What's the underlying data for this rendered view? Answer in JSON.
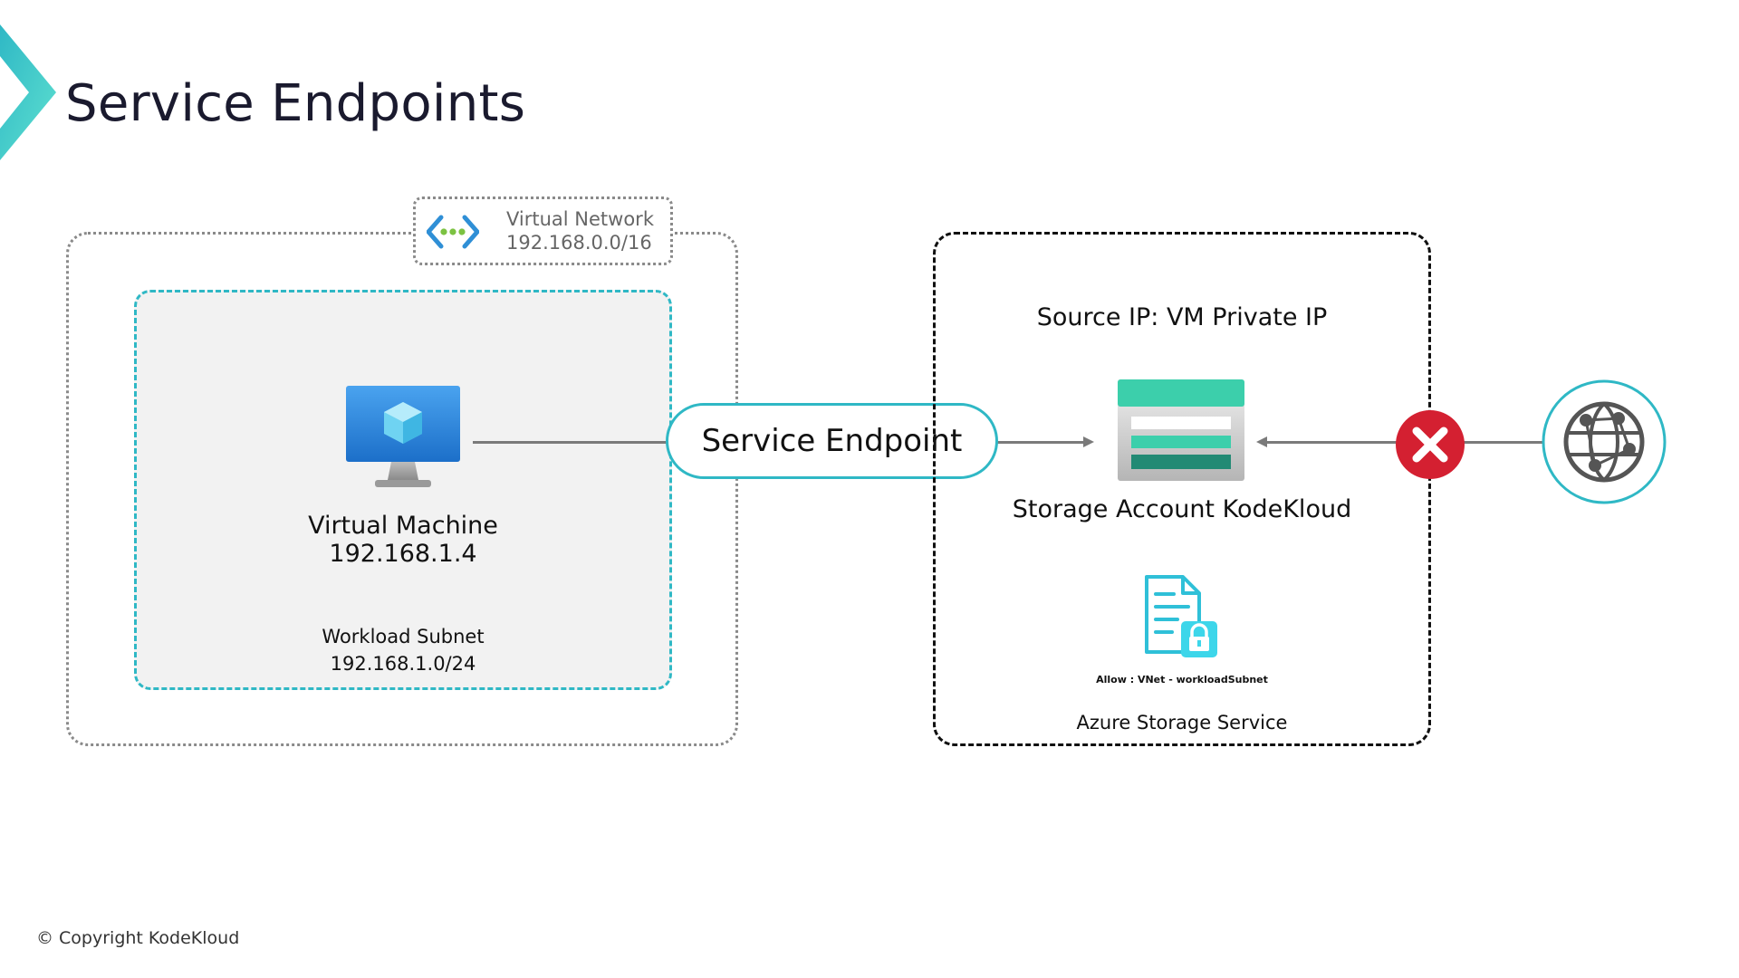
{
  "title": "Service Endpoints",
  "virtual_network": {
    "name": "Virtual Network",
    "cidr": "192.168.0.0/16"
  },
  "virtual_machine": {
    "name": "Virtual Machine",
    "ip": "192.168.1.4"
  },
  "subnet": {
    "name": "Workload Subnet",
    "cidr": "192.168.1.0/24"
  },
  "service_endpoint": {
    "label": "Service Endpoint"
  },
  "storage": {
    "source_ip": "Source IP: VM Private IP",
    "account_name": "Storage Account KodeKloud",
    "policy": "Allow : VNet - workloadSubnet",
    "service_name": "Azure Storage Service"
  },
  "copyright": "© Copyright KodeKloud",
  "colors": {
    "accent_teal": "#2fb8c5",
    "block_red": "#d42031",
    "vm_blue": "#1f7fd6",
    "storage_green": "#3ccfab"
  },
  "icons": [
    "kodekloud-logo-icon",
    "virtual-network-icon",
    "virtual-machine-icon",
    "storage-account-icon",
    "secure-document-icon",
    "blocked-icon",
    "internet-globe-icon"
  ]
}
